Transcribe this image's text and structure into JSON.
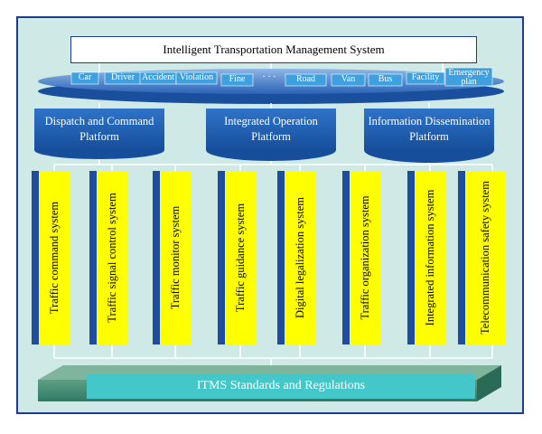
{
  "title": "Intelligent Transportation Management System",
  "databases": [
    "Car",
    "Driver",
    "Accident",
    "Violation",
    "Fine",
    "· · ·",
    "Road",
    "Van",
    "Bus",
    "Facility",
    "Emergency plan"
  ],
  "platforms": [
    "Dispatch and Command Platform",
    "Integrated Operation Platform",
    "Information Dissemination Platform"
  ],
  "systems": [
    "Traffic command system",
    "Traffic signal control system",
    "Traffic monitor system",
    "Traffic guidance system",
    "Digital legalization system",
    "Traffic organization system",
    "Integrated information system",
    "Telecommunication safety system"
  ],
  "standards": "ITMS Standards and Regulations",
  "colors": {
    "border": "#1f3a8c",
    "background": "#cfe9e6",
    "platform": "#1f5fb0",
    "system": "#ffff00",
    "standards": "#43c7c9"
  }
}
